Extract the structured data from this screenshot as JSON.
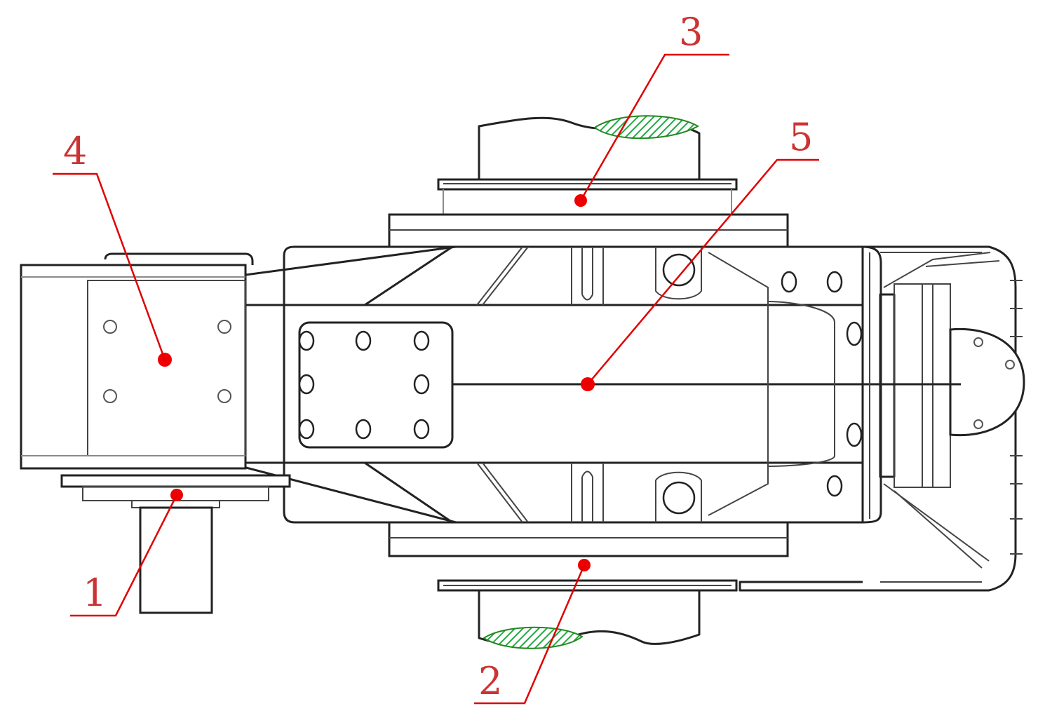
{
  "callouts": [
    {
      "id": "1",
      "label": "1"
    },
    {
      "id": "2",
      "label": "2"
    },
    {
      "id": "3",
      "label": "3"
    },
    {
      "id": "4",
      "label": "4"
    },
    {
      "id": "5",
      "label": "5"
    }
  ],
  "colors": {
    "callout": "#e00000",
    "label": "#cc3333",
    "line": "#222222",
    "weld_hatch": "#22aa44"
  }
}
